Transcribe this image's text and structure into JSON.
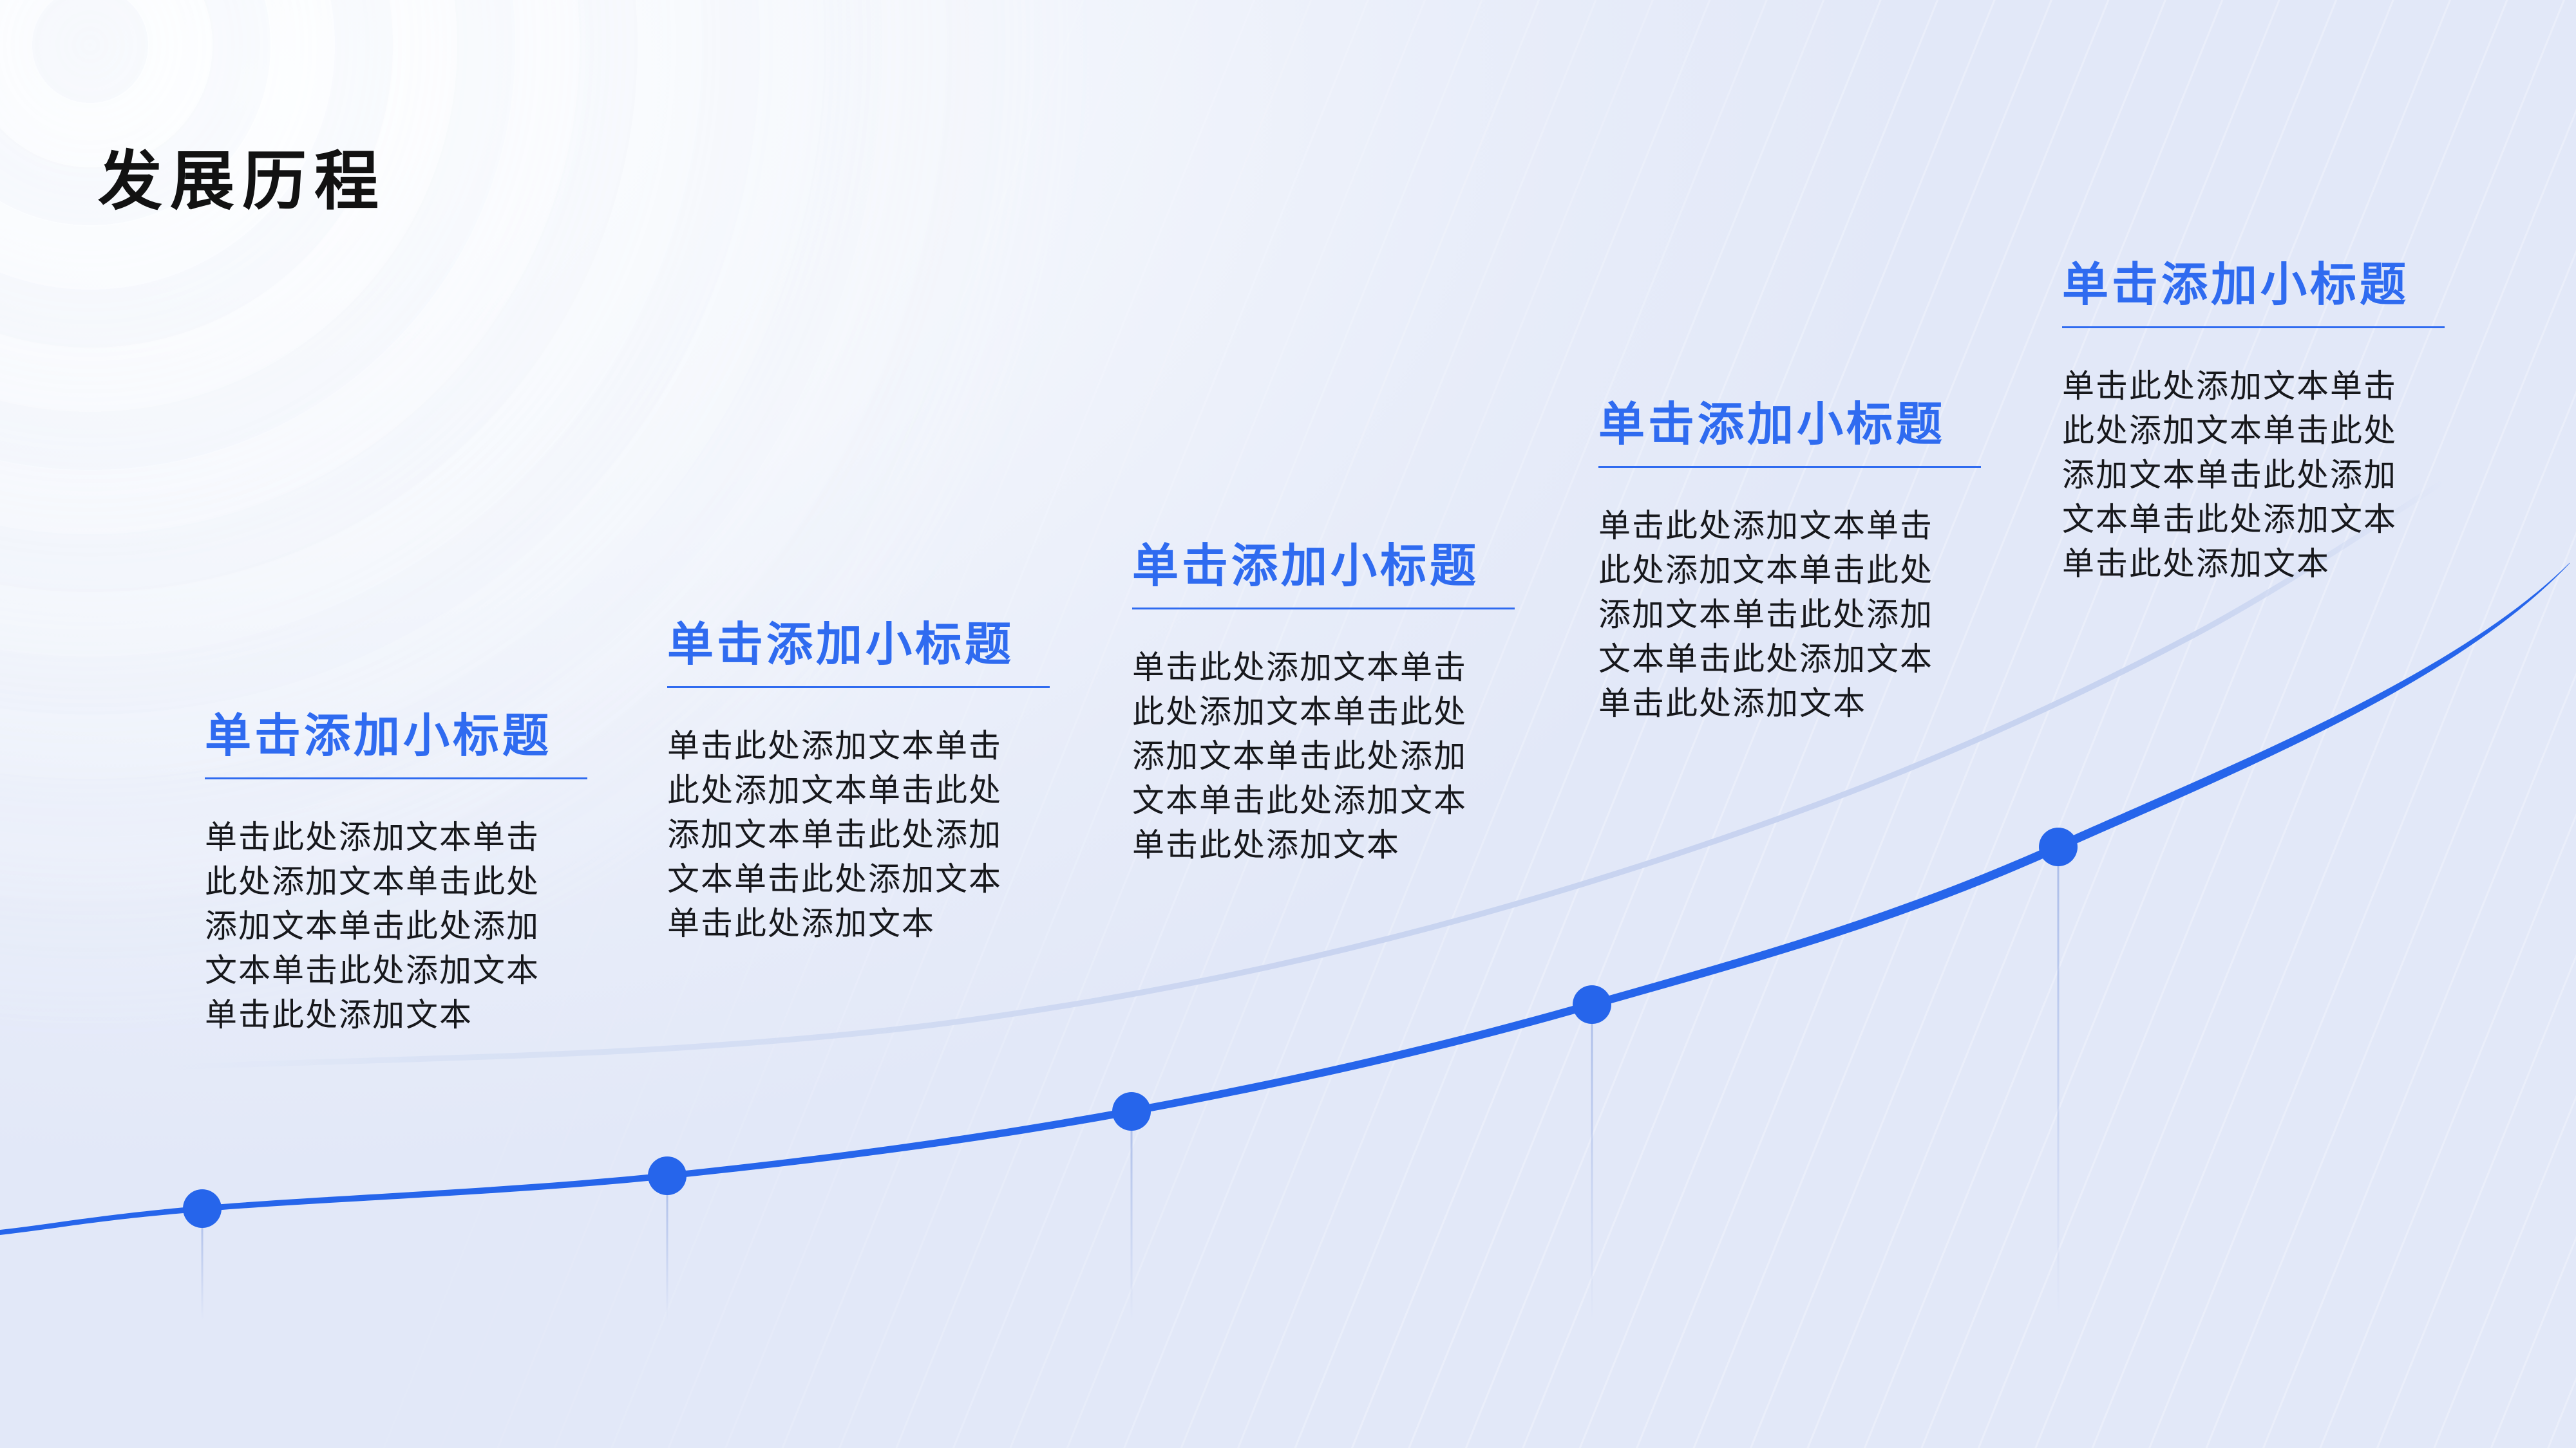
{
  "slide": {
    "title": "发展历程"
  },
  "milestones": [
    {
      "subtitle": "单击添加小标题",
      "body_lines": [
        "单击此处添加文本单击",
        "此处添加文本单击此处",
        "添加文本单击此处添加",
        "文本单击此处添加文本",
        "单击此处添加文本"
      ]
    },
    {
      "subtitle": "单击添加小标题",
      "body_lines": [
        "单击此处添加文本单击",
        "此处添加文本单击此处",
        "添加文本单击此处添加",
        "文本单击此处添加文本",
        "单击此处添加文本"
      ]
    },
    {
      "subtitle": "单击添加小标题",
      "body_lines": [
        "单击此处添加文本单击",
        "此处添加文本单击此处",
        "添加文本单击此处添加",
        "文本单击此处添加文本",
        "单击此处添加文本"
      ]
    },
    {
      "subtitle": "单击添加小标题",
      "body_lines": [
        "单击此处添加文本单击",
        "此处添加文本单击此处",
        "添加文本单击此处添加",
        "文本单击此处添加文本",
        "单击此处添加文本"
      ]
    },
    {
      "subtitle": "单击添加小标题",
      "body_lines": [
        "单击此处添加文本单击",
        "此处添加文本单击此处",
        "添加文本单击此处添加",
        "文本单击此处添加文本",
        "单击此处添加文本"
      ]
    }
  ],
  "colors": {
    "accent_blue": "#2f6bf0",
    "curve_blue": "#2665eb",
    "light_curve": "#c9d4f0",
    "drop_line": "#86a0df",
    "title_text": "#121212",
    "body_text": "#17181c",
    "background_top_left": "#fdfeff",
    "background_bottom_right": "#e2e8f8"
  }
}
